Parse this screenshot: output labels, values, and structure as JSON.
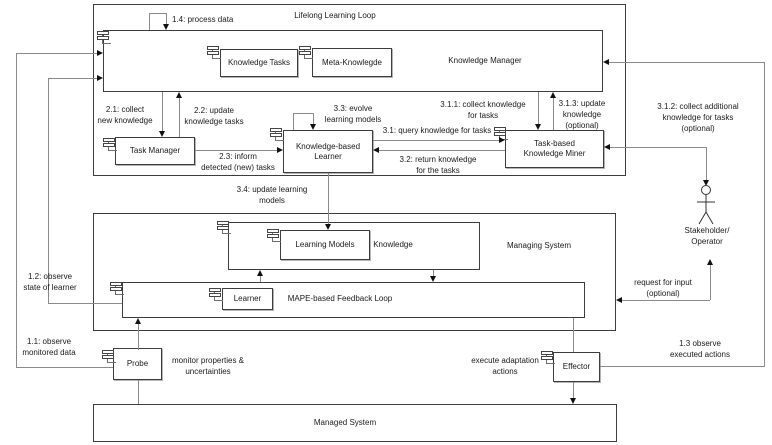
{
  "colors": {
    "background": "#ffffff",
    "box_border": "#3d3d3d",
    "connector": "#8a8a8a",
    "arrowhead": "#111111",
    "text": "#1a1a1a"
  },
  "boxes": {
    "lifelong": {
      "label": "Lifelong Learning Loop"
    },
    "km": {
      "label": "Knowledge Manager"
    },
    "kt": {
      "label": "Knowledge Tasks"
    },
    "mk": {
      "label": "Meta-Knowlegde"
    },
    "tm": {
      "label": "Task Manager"
    },
    "kbl": {
      "l1": "Knowledge-based",
      "l2": "Learner"
    },
    "miner": {
      "l1": "Task-based",
      "l2": "Knowledge Miner"
    },
    "managing": {
      "label": "Managing System"
    },
    "knowledge": {
      "label": "Knowledge"
    },
    "lm": {
      "label": "Learning Models"
    },
    "mape": {
      "label": "MAPE-based Feedback Loop"
    },
    "learner": {
      "label": "Learner"
    },
    "probe": {
      "label": "Probe"
    },
    "effector": {
      "label": "Effector"
    },
    "managed": {
      "label": "Managed System"
    }
  },
  "actor": {
    "l1": "Stakeholder/",
    "l2": "Operator"
  },
  "labels": {
    "a14": {
      "l1": "1.4: process data"
    },
    "a11": {
      "l1": "1.1: observe",
      "l2": "monitored data"
    },
    "a12": {
      "l1": "1.2: observe",
      "l2": "state of learner"
    },
    "a21": {
      "l1": "2.1: collect",
      "l2": "new knowledge"
    },
    "a22": {
      "l1": "2.2: update",
      "l2": "knowledge tasks"
    },
    "a23": {
      "l1": "2.3: inform",
      "l2": "detected (new) tasks"
    },
    "a33": {
      "l1": "3.3: evolve",
      "l2": "learning models"
    },
    "a31": {
      "l1": "3.1: query knowledge for tasks"
    },
    "a32": {
      "l1": "3.2: return knowledge",
      "l2": "for the tasks"
    },
    "a311": {
      "l1": "3.1.1: collect knowledge",
      "l2": "for tasks"
    },
    "a313": {
      "l1": "3.1.3: update",
      "l2": "knowledge",
      "l3": "(optional)"
    },
    "a312": {
      "l1": "3.1.2: collect additional",
      "l2": "knowledge for tasks",
      "l3": "(optional)"
    },
    "a34": {
      "l1": "3.4: update learning",
      "l2": "models"
    },
    "areq": {
      "l1": "request for input",
      "l2": "(optional)"
    },
    "a13": {
      "l1": "1.3 observe",
      "l2": "executed actions"
    },
    "amon": {
      "l1": "monitor properties &",
      "l2": "uncertainties"
    },
    "aexe": {
      "l1": "execute adaptation",
      "l2": "actions"
    }
  }
}
